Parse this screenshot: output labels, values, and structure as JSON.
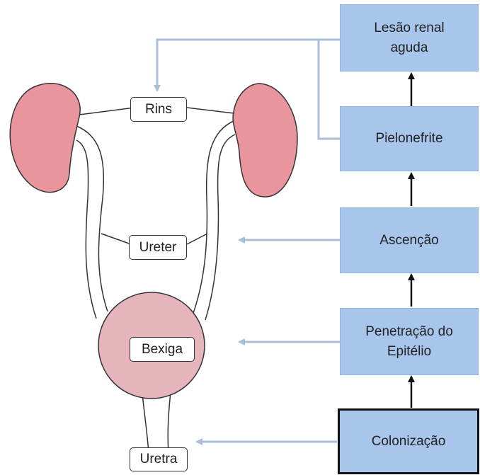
{
  "anatomy_labels": {
    "kidneys": "Rins",
    "ureter": "Ureter",
    "bladder": "Bexiga",
    "urethra": "Uretra"
  },
  "steps": [
    {
      "id": "acute-kidney-injury",
      "label": "Lesão renal\naguda"
    },
    {
      "id": "pyelonephritis",
      "label": "Pielonefrite"
    },
    {
      "id": "ascension",
      "label": "Ascenção"
    },
    {
      "id": "epithelium-penetration",
      "label": "Penetração do\nEpitélio"
    },
    {
      "id": "colonization",
      "label": "Colonização"
    }
  ],
  "colors": {
    "kidney_fill": "#e8959e",
    "bladder_fill": "#e6b4bb",
    "box_fill": "#a8c6ec",
    "pointer_arrow": "#a9bfd6",
    "flow_arrow": "#111111",
    "outline": "#333333"
  }
}
